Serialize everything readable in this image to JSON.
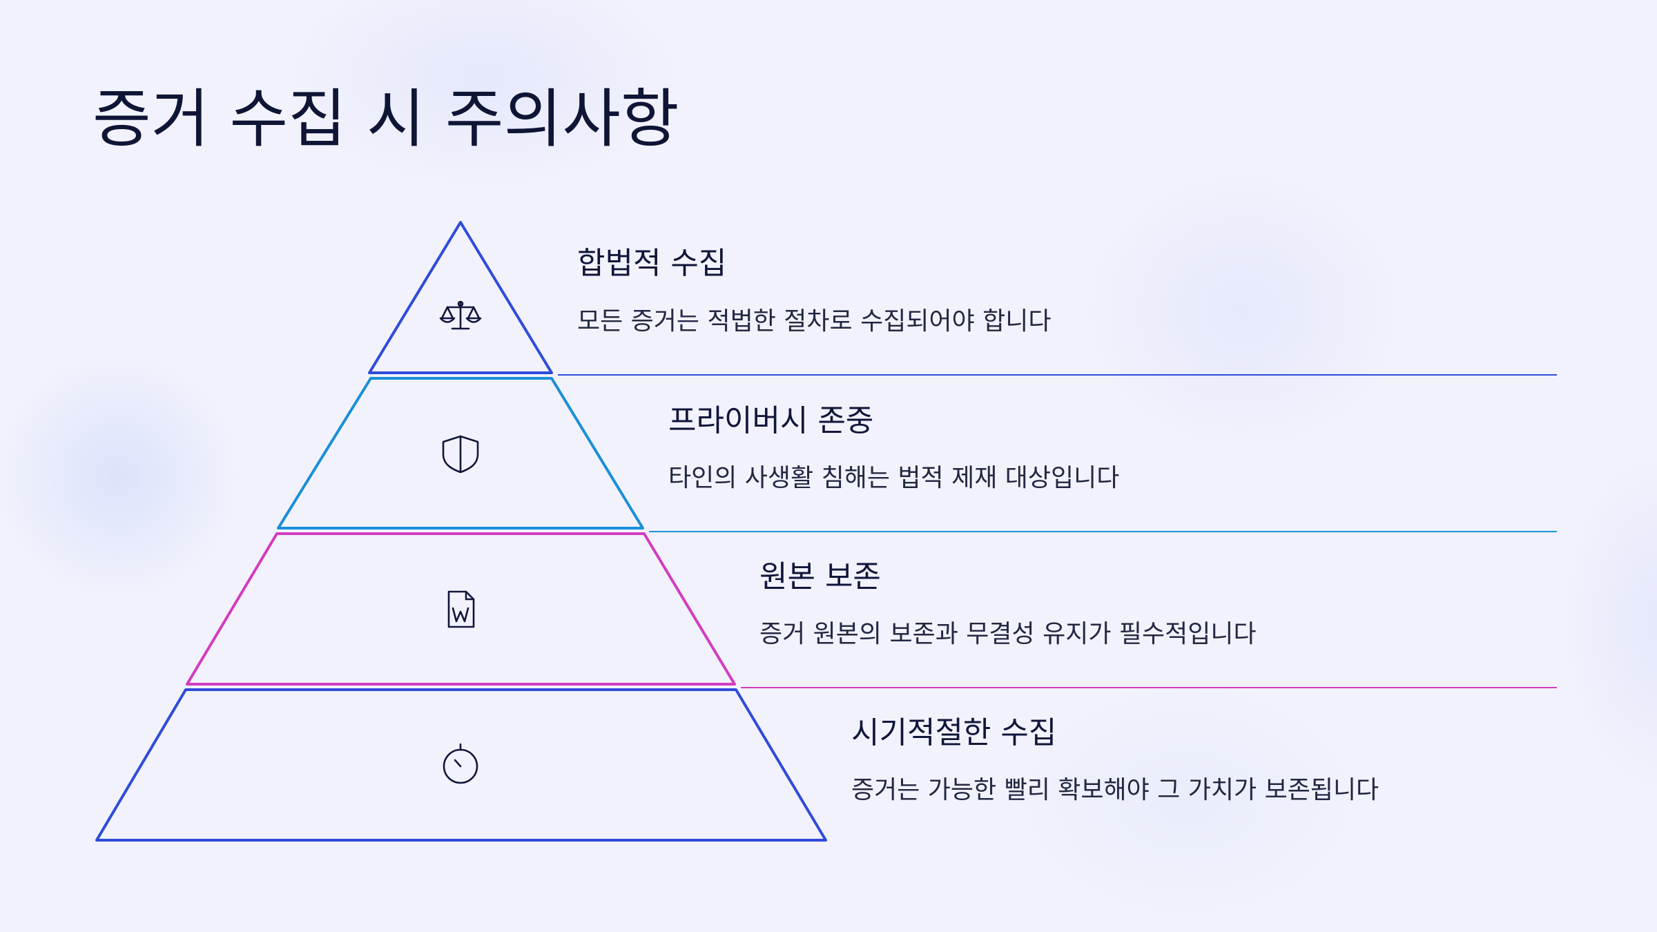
{
  "title": "증거 수집 시 주의사항",
  "levels": [
    {
      "title": "합법적 수집",
      "description": "모든 증거는 적법한 절차로 수집되어야 합니다",
      "icon": "scale-icon",
      "color": "#2f4bdb"
    },
    {
      "title": "프라이버시 존중",
      "description": "타인의 사생활 침해는 법적 제재 대상입니다",
      "icon": "shield-icon",
      "color": "#1a8fd6"
    },
    {
      "title": "원본 보존",
      "description": "증거 원본의 보존과 무결성 유지가 필수적입니다",
      "icon": "word-document-icon",
      "color": "#d23cc0"
    },
    {
      "title": "시기적절한 수집",
      "description": "증거는 가능한 빨리 확보해야 그 가치가 보존됩니다",
      "icon": "timer-icon",
      "color": "#2f4bdb"
    }
  ]
}
